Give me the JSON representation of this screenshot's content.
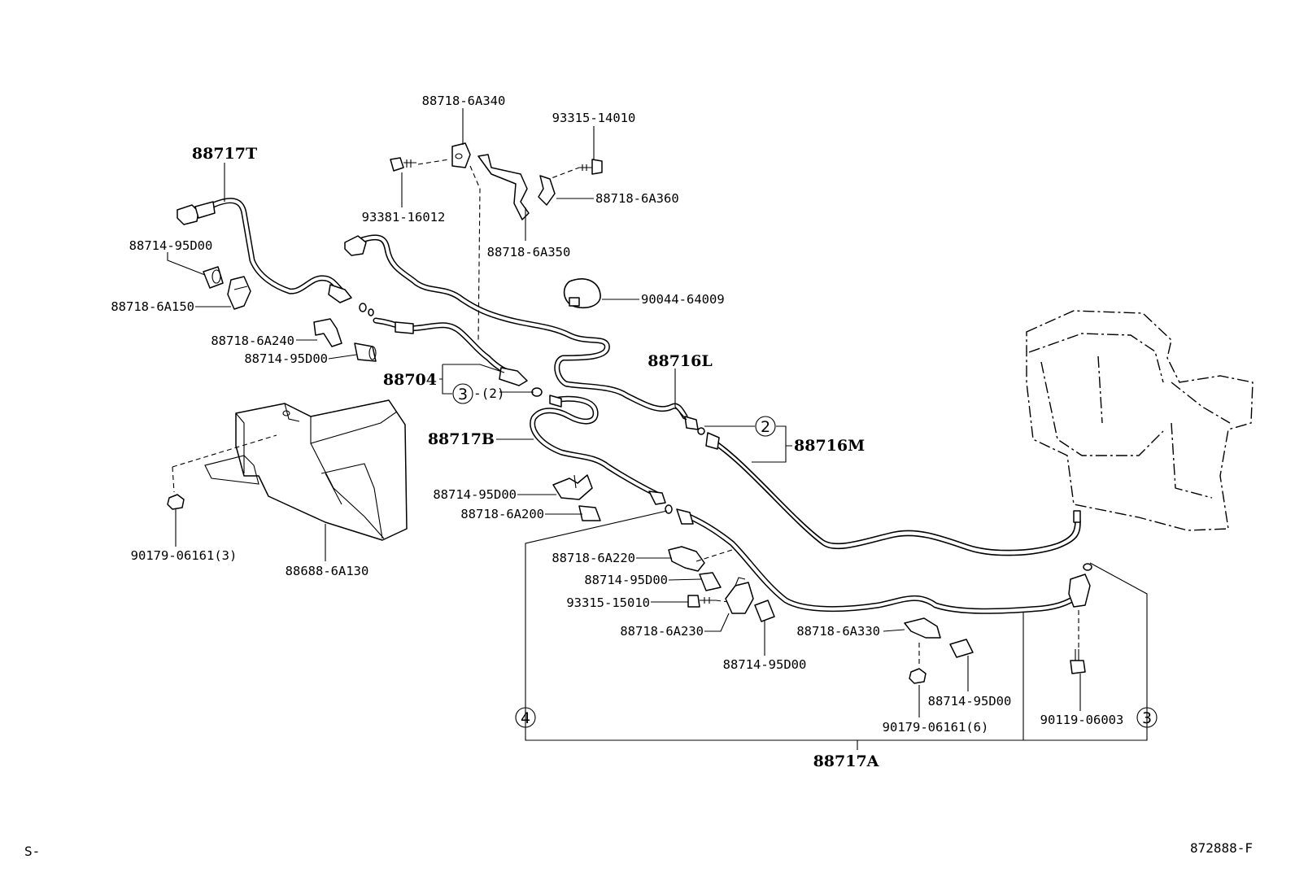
{
  "labels": {
    "l_88718_6A340": "88718-6A340",
    "l_93315_14010": "93315-14010",
    "l_88717T": "88717T",
    "l_88718_6A360": "88718-6A360",
    "l_93381_16012": "93381-16012",
    "l_88714_95D00_a": "88714-95D00",
    "l_88718_6A350": "88718-6A350",
    "l_88718_6A150": "88718-6A150",
    "l_90044_64009": "90044-64009",
    "l_88718_6A240": "88718-6A240",
    "l_88714_95D00_b": "88714-95D00",
    "l_88716L": "88716L",
    "l_88704": "88704",
    "l_paren2": "-(2)",
    "l_88717B": "88717B",
    "l_88716M": "88716M",
    "l_88714_95D00_c": "88714-95D00",
    "l_88718_6A200": "88718-6A200",
    "l_90179_06161_3": "90179-06161(3)",
    "l_88688_6A130": "88688-6A130",
    "l_88718_6A220": "88718-6A220",
    "l_88714_95D00_d": "88714-95D00",
    "l_93315_15010": "93315-15010",
    "l_88718_6A230": "88718-6A230",
    "l_88718_6A330": "88718-6A330",
    "l_88714_95D00_e": "88714-95D00",
    "l_88714_95D00_f": "88714-95D00",
    "l_90179_06161_6": "90179-06161(6)",
    "l_90119_06003": "90119-06003",
    "l_88717A": "88717A",
    "l_footer_left": "S-",
    "l_footer_right": "872888-F"
  },
  "callouts": {
    "c2": "2",
    "c3a": "3",
    "c3b": "3",
    "c4": "4"
  }
}
